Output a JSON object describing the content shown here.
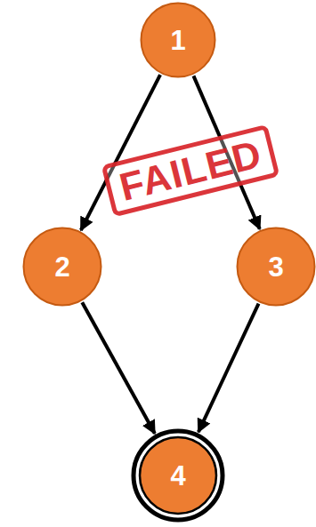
{
  "diagram": {
    "nodes": [
      {
        "text": [
          "1"
        ]
      },
      {
        "text": [
          "2"
        ]
      },
      {
        "text": [
          "3"
        ]
      },
      {
        "text": [
          "4"
        ]
      }
    ],
    "edges": [
      {
        "from": 0,
        "to": 1,
        "arrow": "to"
      },
      {
        "from": 0,
        "to": 2,
        "arrow": "to"
      },
      {
        "from": 1,
        "to": 3,
        "arrow": "to"
      },
      {
        "from": 2,
        "to": 3,
        "arrow": "to"
      }
    ],
    "labels": [
      "FAILED"
    ]
  }
}
